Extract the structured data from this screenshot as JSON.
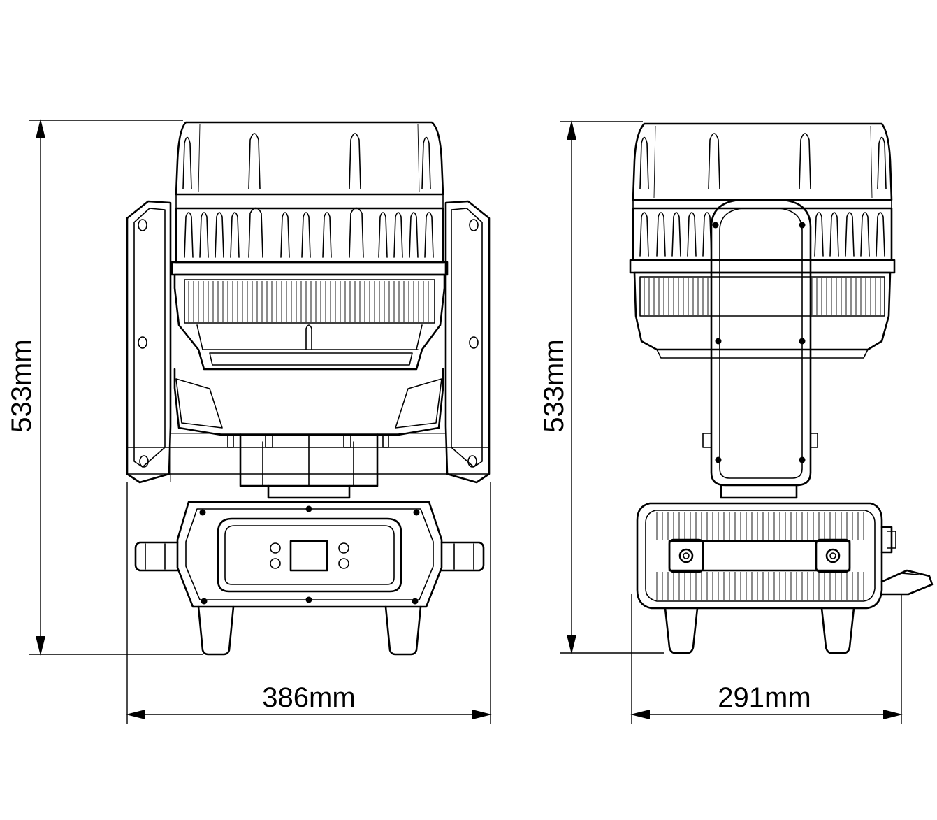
{
  "front_view": {
    "height_label": "533mm",
    "width_label": "386mm"
  },
  "side_view": {
    "height_label": "533mm",
    "width_label": "291mm"
  }
}
